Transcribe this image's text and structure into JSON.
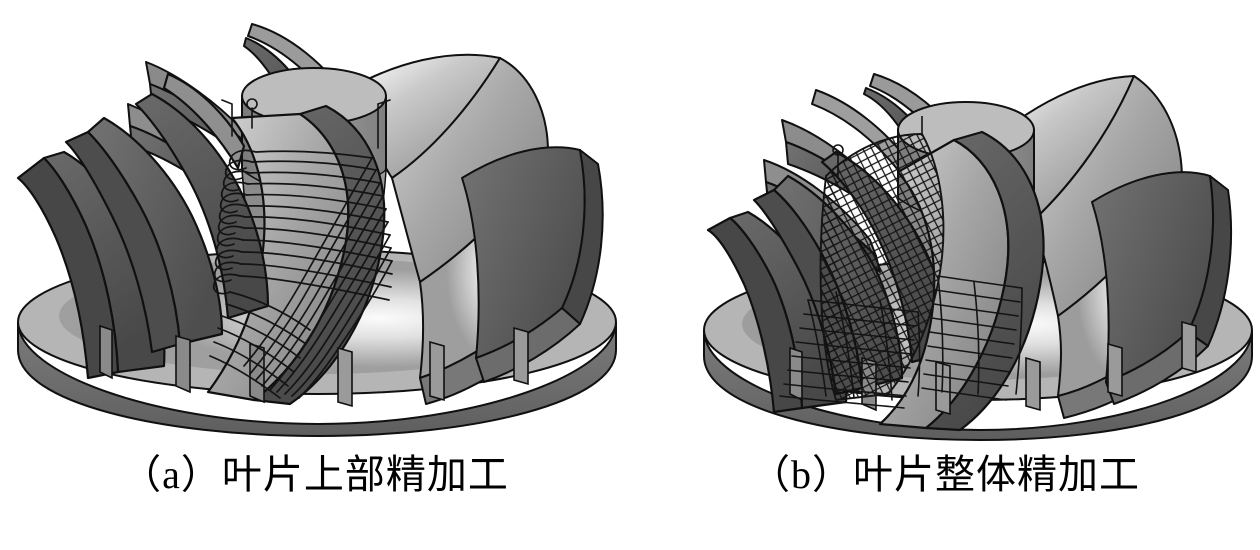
{
  "figure": {
    "background_color": "#ffffff",
    "panel_count": 2,
    "subject": "integral impeller CNC finish-machining toolpath simulation"
  },
  "panels": [
    {
      "key": "a",
      "caption": "（a）叶片上部精加工",
      "label": "(a)",
      "title_text": "叶片上部精加工",
      "toolpath_name": "blade-upper-finish-toolpath",
      "toolpath_style": "parallel sweeps over the upper half of the blade with looped retract moves",
      "blade_count": 12
    },
    {
      "key": "b",
      "caption": "（b）叶片整体精加工",
      "label": "(b)",
      "title_text": "叶片整体精加工",
      "toolpath_name": "blade-full-finish-toolpath",
      "toolpath_style": "dense cross-hatched mesh covering the whole blade plus hub contour passes",
      "blade_count": 12
    }
  ],
  "colors": {
    "background": "#ffffff",
    "outline": "#111111",
    "blade_back_dark": "#5c5c5c",
    "blade_back_darker": "#4a4a4a",
    "blade_face_mid": "#9a9a9a",
    "blade_face_light": "#c8c8c8",
    "highlight": "#fdfdfd",
    "hub_top": "#bdbdbd",
    "hub_side": "#8e8e8e",
    "disk_rim": "#6e6e6e",
    "disk_rim_edge": "#575757",
    "hub_floor": "#b9b9b9",
    "toolpath_line": "#141414"
  }
}
